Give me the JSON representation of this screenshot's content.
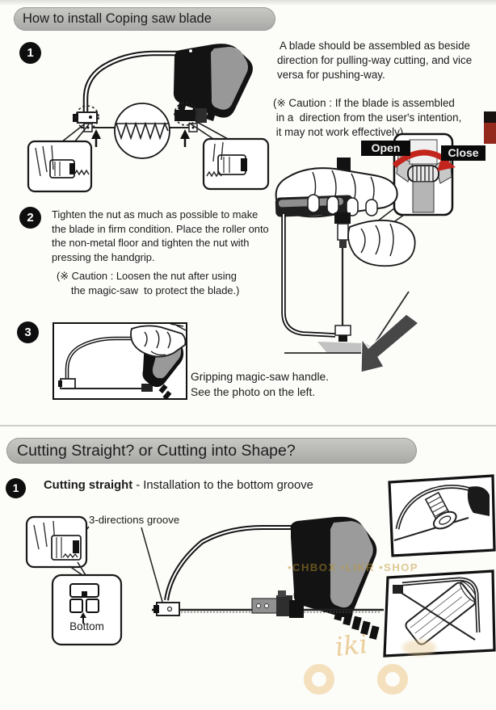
{
  "colors": {
    "header_gray": "#b2b2b0",
    "arrow_red": "#c3241c",
    "watermark_gold": "#be962d",
    "watermark_tan": "#f3deb8"
  },
  "section1": {
    "title": "How to install Coping saw blade",
    "step1": {
      "num": "1",
      "note": " A blade should be assembled as beside\ndirection for pulling-way cutting, and vice\nversa for pushing-way.",
      "caution": "(※ Caution : If the blade is assembled\n in a  direction from the user's intention,\n it may not work effectively)",
      "open_label": "Open",
      "close_label": "Close"
    },
    "step2": {
      "num": "2",
      "text": "Tighten the nut as much as possible to make\nthe blade in firm condition. Place the roller onto\nthe non-metal floor and tighten the nut with\npressing the handgrip.",
      "caution": "(※ Caution : Loosen the nut after using\n     the magic-saw  to protect the blade.)"
    },
    "step3": {
      "num": "3",
      "caption": "Gripping magic-saw handle.\nSee the photo on the left."
    }
  },
  "section2": {
    "title": "Cutting Straight? or Cutting into Shape?",
    "step1": {
      "num": "1",
      "heading_bold": "Cutting straight",
      "heading_rest": " - Installation to the bottom groove",
      "groove_label": "3-directions groove",
      "bottom_label": "Bottom"
    }
  },
  "watermarks": {
    "shop": "•CHBOX   •LIKR    •SHOP",
    "script": "iki"
  }
}
